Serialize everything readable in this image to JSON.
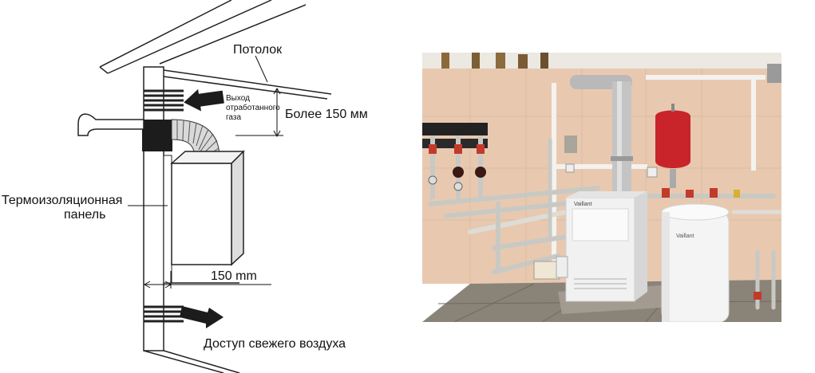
{
  "diagram": {
    "labels": {
      "ceiling": "Потолок",
      "exhaust_line1": "Выход",
      "exhaust_line2": "отработанного",
      "exhaust_line3": "газа",
      "distance_ceiling": "Более 150 мм",
      "panel_line1": "Термоизоляционная",
      "panel_line2": "панель",
      "distance_wall": "150 mm",
      "fresh_air": "Доступ свежего воздуха"
    }
  },
  "photo": {
    "boiler_brand": "Vaillant",
    "tank_brand": "Vaillant",
    "colors": {
      "tile_wall": "#e8c9b0",
      "floor": "#8a8378",
      "expansion_tank": "#c8242a",
      "flue": "#b9b9b9",
      "boiler_body": "#f1f1f1"
    }
  }
}
